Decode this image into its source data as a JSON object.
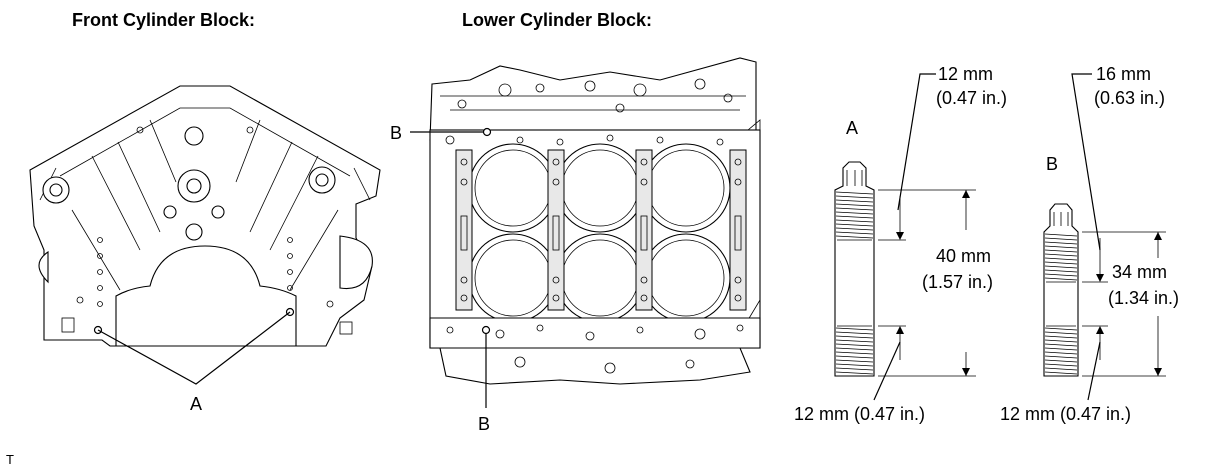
{
  "titles": {
    "front": "Front Cylinder Block:",
    "lower": "Lower Cylinder Block:"
  },
  "callouts": {
    "a_front": "A",
    "b_top": "B",
    "b_bottom": "B",
    "a_stud": "A",
    "b_stud": "B"
  },
  "stud_a": {
    "top_thread": "12 mm",
    "top_thread_in": "(0.47 in.)",
    "mid_length": "40 mm",
    "mid_length_in": "(1.57 in.)",
    "bottom_thread": "12 mm (0.47 in.)"
  },
  "stud_b": {
    "top_thread": "16 mm",
    "top_thread_in": "(0.63 in.)",
    "mid_length": "34 mm",
    "mid_length_in": "(1.34 in.)",
    "bottom_thread": "12 mm (0.47 in.)"
  },
  "footer_code": "T"
}
